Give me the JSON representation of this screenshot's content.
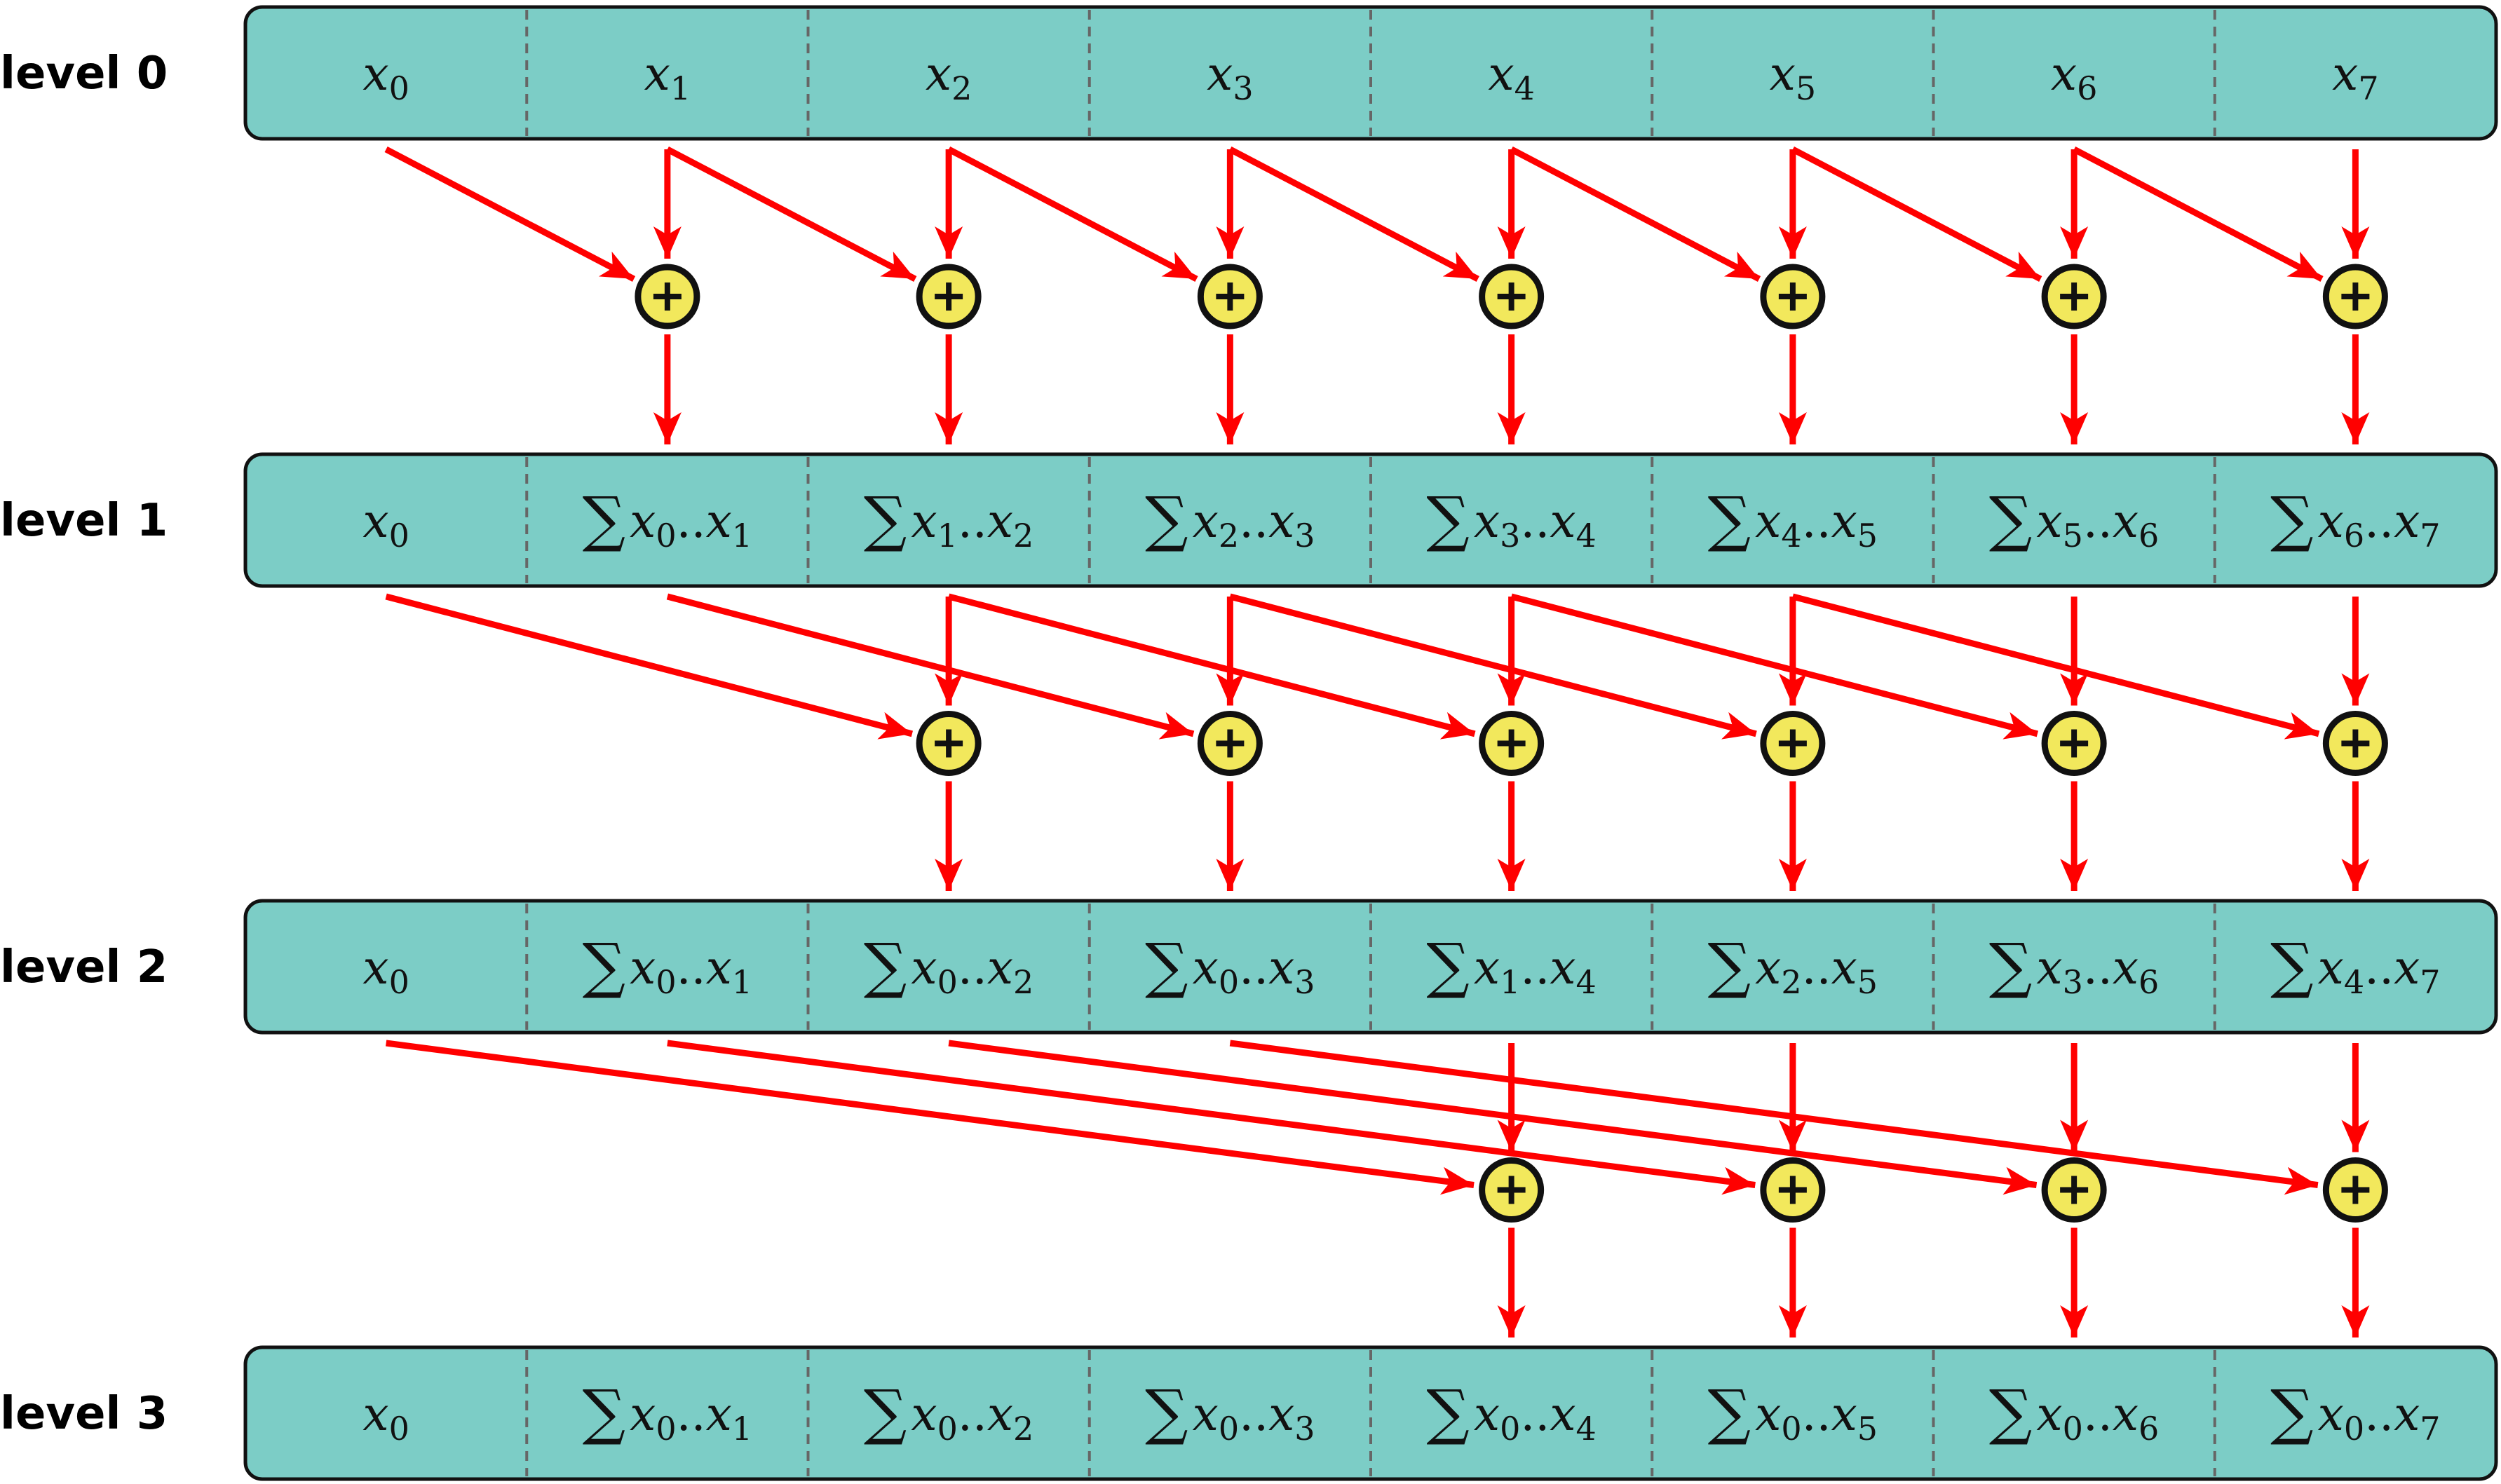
{
  "levels": [
    {
      "label": "level 0",
      "cells": [
        {
          "base": "x",
          "sub": "0"
        },
        {
          "base": "x",
          "sub": "1"
        },
        {
          "base": "x",
          "sub": "2"
        },
        {
          "base": "x",
          "sub": "3"
        },
        {
          "base": "x",
          "sub": "4"
        },
        {
          "base": "x",
          "sub": "5"
        },
        {
          "base": "x",
          "sub": "6"
        },
        {
          "base": "x",
          "sub": "7"
        }
      ]
    },
    {
      "label": "level 1",
      "cells": [
        {
          "base": "x",
          "sub": "0"
        },
        {
          "sum": true,
          "from": "0",
          "to": "1"
        },
        {
          "sum": true,
          "from": "1",
          "to": "2"
        },
        {
          "sum": true,
          "from": "2",
          "to": "3"
        },
        {
          "sum": true,
          "from": "3",
          "to": "4"
        },
        {
          "sum": true,
          "from": "4",
          "to": "5"
        },
        {
          "sum": true,
          "from": "5",
          "to": "6"
        },
        {
          "sum": true,
          "from": "6",
          "to": "7"
        }
      ]
    },
    {
      "label": "level 2",
      "cells": [
        {
          "base": "x",
          "sub": "0"
        },
        {
          "sum": true,
          "from": "0",
          "to": "1"
        },
        {
          "sum": true,
          "from": "0",
          "to": "2"
        },
        {
          "sum": true,
          "from": "0",
          "to": "3"
        },
        {
          "sum": true,
          "from": "1",
          "to": "4"
        },
        {
          "sum": true,
          "from": "2",
          "to": "5"
        },
        {
          "sum": true,
          "from": "3",
          "to": "6"
        },
        {
          "sum": true,
          "from": "4",
          "to": "7"
        }
      ]
    },
    {
      "label": "level 3",
      "cells": [
        {
          "base": "x",
          "sub": "0"
        },
        {
          "sum": true,
          "from": "0",
          "to": "1"
        },
        {
          "sum": true,
          "from": "0",
          "to": "2"
        },
        {
          "sum": true,
          "from": "0",
          "to": "3"
        },
        {
          "sum": true,
          "from": "0",
          "to": "4"
        },
        {
          "sum": true,
          "from": "0",
          "to": "5"
        },
        {
          "sum": true,
          "from": "0",
          "to": "6"
        },
        {
          "sum": true,
          "from": "0",
          "to": "7"
        }
      ]
    }
  ],
  "adder_symbol": "+",
  "colors": {
    "row_fill": "#7ccdc6",
    "arrow": "#ff0000",
    "adder_fill": "#f2e85c",
    "outline": "#111111"
  }
}
